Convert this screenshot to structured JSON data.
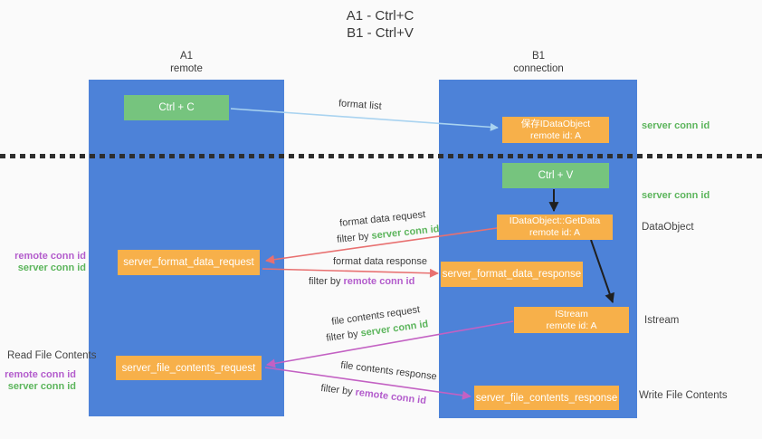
{
  "title": {
    "line1": "A1 - Ctrl+C",
    "line2": "B1 - Ctrl+V"
  },
  "lifelines": {
    "a1": {
      "name": "A1",
      "subtitle": "remote"
    },
    "b1": {
      "name": "B1",
      "subtitle": "connection"
    }
  },
  "nodes": {
    "ctrl_c": "Ctrl + C",
    "ctrl_v": "Ctrl + V",
    "save_idataobject_line1": "保存IDataObject",
    "save_idataobject_line2": "remote id: A",
    "getdata_line1": "IDataObject::GetData",
    "getdata_line2": "remote id: A",
    "istream_line1": "IStream",
    "istream_line2": "remote id: A",
    "format_data_request": "server_format_data_request",
    "format_data_response": "server_format_data_response",
    "file_contents_request": "server_file_contents_request",
    "file_contents_response": "server_file_contents_response"
  },
  "arrow_labels": {
    "format_list": "format list",
    "format_data_request": "format data request",
    "format_data_response": "format data response",
    "file_contents_request": "file contents request",
    "file_contents_response": "file contents response",
    "filter_by": "filter by",
    "server_conn_id": "server conn id",
    "remote_conn_id": "remote conn id"
  },
  "annotations": {
    "right_server_conn_id_top": "server conn id",
    "right_server_conn_id_mid": "server conn id",
    "dataobject": "DataObject",
    "istream": "Istream",
    "write_file_contents": "Write File Contents",
    "left_remote_conn_id_top": "remote conn id",
    "left_server_conn_id_top": "server conn id",
    "read_file_contents": "Read File Contents",
    "left_remote_conn_id_bottom": "remote conn id",
    "left_server_conn_id_bottom": "server conn id"
  },
  "colors": {
    "lifeline_blue": "#4d82d8",
    "box_green": "#76c47e",
    "box_orange": "#f7b04a",
    "arrow_lightblue": "#a9d3f0",
    "arrow_red": "#e87070",
    "arrow_magenta": "#c361c3",
    "text_green": "#5cb55c",
    "text_purple": "#b35ccc",
    "text_dark": "#3c3c3c",
    "background": "#fafafa"
  }
}
